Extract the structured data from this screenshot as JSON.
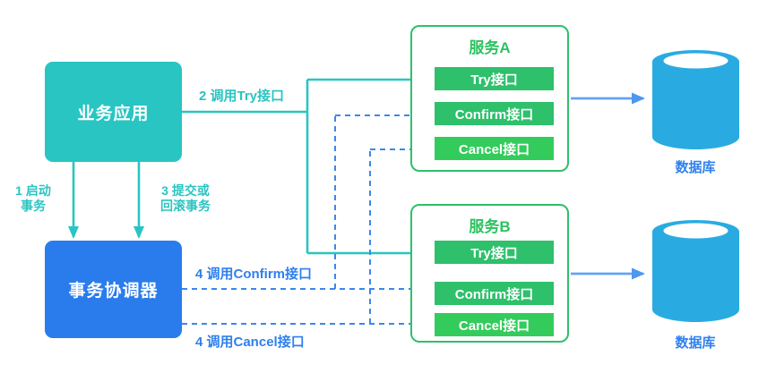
{
  "nodes": {
    "business_app": "业务应用",
    "coordinator": "事务协调器",
    "service_a": {
      "title": "服务A",
      "interfaces": [
        "Try接口",
        "Confirm接口",
        "Cancel接口"
      ]
    },
    "service_b": {
      "title": "服务B",
      "interfaces": [
        "Try接口",
        "Confirm接口",
        "Cancel接口"
      ]
    },
    "database_a": "数据库",
    "database_b": "数据库"
  },
  "edges": {
    "call_try": "2 调用Try接口",
    "start_tx": "1 启动\n事务",
    "commit_or_rollback": "3 提交或\n回滚事务",
    "call_confirm": "4 调用Confirm接口",
    "call_cancel": "4 调用Cancel接口"
  },
  "colors": {
    "teal": "#29C5C2",
    "coordinator_blue": "#2A7CEC",
    "service_green": "#2EC06B",
    "cancel_green": "#33CC5C",
    "database_cyan": "#29ABE2",
    "dashed_link_blue": "#3A87EC",
    "db_arrow_blue": "#62A4F2",
    "label_blue": "#2F80ED",
    "label_green": "#2BC25F"
  }
}
